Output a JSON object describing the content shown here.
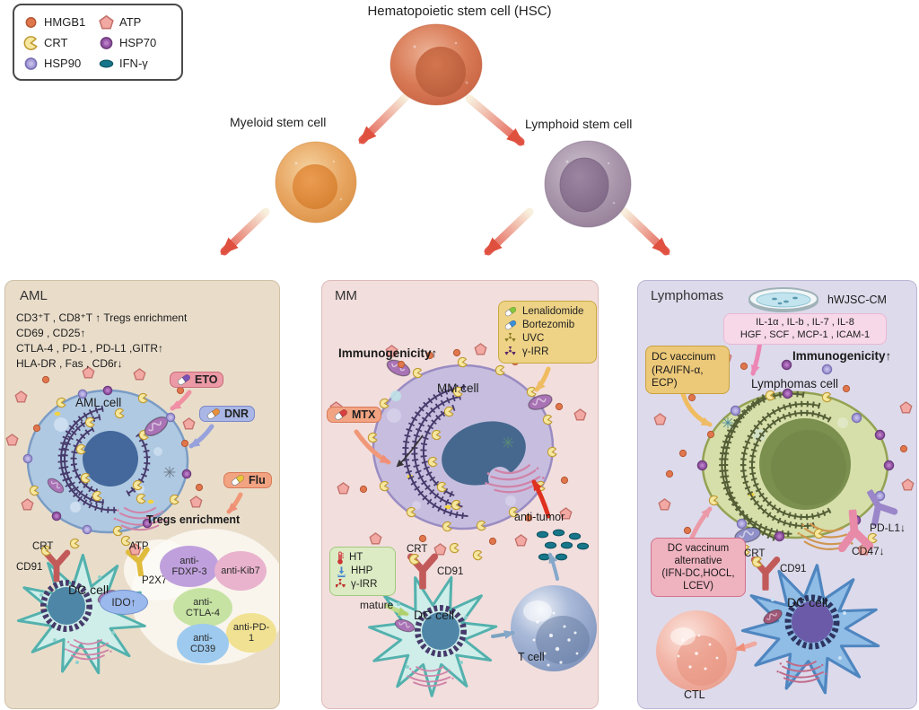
{
  "palette": {
    "hmgb1": "#e0764c",
    "atp": "#f2a9a3",
    "crt": "#f6e79e",
    "hsp70": "#9a5aaa",
    "hsp90": "#a9a0da",
    "ifn_gamma": "#17768a",
    "arrow_gradient_start": "#f8efdd",
    "arrow_gradient_end": "#e2564a",
    "aml_panel_bg": "#e9ddca",
    "mm_panel_bg": "#f2dedd",
    "lym_panel_bg": "#dddaeb",
    "aml_cell": "#b0c9e2",
    "mm_cell": "#c7bedf",
    "lym_cell": "#d6dfa9",
    "dc_cell_teal": "#cfeeea",
    "dc_cell_blue": "#90bde6",
    "hsc_cell": "#d87a55",
    "myeloid_cell": "#e8a763",
    "lymphoid_cell": "#a996ab"
  },
  "legend": {
    "items": [
      {
        "label": "HMGB1",
        "icon": "hmgb1-circle"
      },
      {
        "label": "ATP",
        "icon": "atp-pentagon"
      },
      {
        "label": "CRT",
        "icon": "crt-pacman"
      },
      {
        "label": "HSP70",
        "icon": "hsp70-circle"
      },
      {
        "label": "HSP90",
        "icon": "hsp90-circle"
      },
      {
        "label": "IFN-γ",
        "icon": "ifn-gamma-oval"
      }
    ]
  },
  "tree": {
    "title": "Hematopoietic stem cell (HSC)",
    "myeloid_label": "Myeloid stem cell",
    "lymphoid_label": "Lymphoid stem cell"
  },
  "aml": {
    "title": "AML",
    "marker_lines": [
      "CD3⁺T , CD8⁺T ↑ Tregs enrichment",
      "CD69 , CD25↑",
      "CTLA-4 , PD-1 , PD-L1 ,GITR↑",
      "HLA-DR , Fas , CD6r↓"
    ],
    "cell_label": "AML cell",
    "drug_eto": "ETO",
    "drug_dnr": "DNR",
    "drug_flu": "Flu",
    "tregs_text": "Tregs enrichment",
    "crt_label": "CRT",
    "cd91_label": "CD91",
    "atp_label": "ATP",
    "p2x7_label": "P2X7",
    "ido_label": "IDO↑",
    "dc_label": "DC cell",
    "antibodies": [
      {
        "label": "anti-FDXP-3",
        "color": "#bfa0dc"
      },
      {
        "label": "anti-Kib7",
        "color": "#e9b3cd"
      },
      {
        "label": "anti-CTLA-4",
        "color": "#c6e3a3"
      },
      {
        "label": "anti-PD-1",
        "color": "#f1e193"
      },
      {
        "label": "anti-CD39",
        "color": "#9dcaee"
      }
    ]
  },
  "mm": {
    "title": "MM",
    "treatments": [
      {
        "label": "Lenalidomide",
        "icon": "pill",
        "color": "#84c83e"
      },
      {
        "label": "Bortezomib",
        "icon": "pill",
        "color": "#3a90d8"
      },
      {
        "label": "UVC",
        "icon": "radiation",
        "color": "#8a7a22"
      },
      {
        "label": "γ-IRR",
        "icon": "radiation",
        "color": "#5a2a6a"
      }
    ],
    "immunogenicity": "Immunogenicity↑",
    "drug_mtx": "MTX",
    "cell_label": "MM cell",
    "anti_tumor": "anti-tumor",
    "physical": [
      {
        "label": "HT",
        "icon": "thermometer",
        "color": "#cc3333"
      },
      {
        "label": "HHP",
        "icon": "pressure",
        "color": "#4a88cc"
      },
      {
        "label": "γ-IRR",
        "icon": "radiation",
        "color": "#c03030"
      }
    ],
    "mature_label": "mature",
    "crt_label": "CRT",
    "cd91_label": "CD91",
    "dc_label": "DC cell",
    "t_cell_label": "T cell"
  },
  "lym": {
    "title": "Lymphomas",
    "dish_label": "hWJSC-CM",
    "cytokines_line1": "IL-1α , IL-b , IL-7 , IL-8",
    "cytokines_line2": "HGF , SCF , MCP-1 , ICAM-1",
    "dc_vaccinum": "DC vaccinum\n(RA/IFN-α,\nECP)",
    "immunogenicity": "Immunogenicity↑",
    "cell_label": "Lymphomas cell",
    "pdl1_label": "PD-L1↓",
    "cd47_label": "CD47↓",
    "dc_vaccinum_alt": "DC vaccinum\nalternative\n(IFN-DC,HOCL,\nLCEV)",
    "crt_label": "CRT",
    "cd91_label": "CD91",
    "dc_label": "DC cell",
    "ctl_label": "CTL"
  }
}
